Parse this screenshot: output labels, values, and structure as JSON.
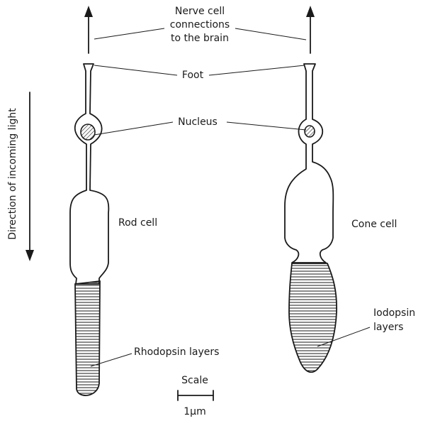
{
  "labels": {
    "nerve_line1": "Nerve cell",
    "nerve_line2": "connections",
    "nerve_line3": "to the brain",
    "foot": "Foot",
    "nucleus": "Nucleus",
    "direction": "Direction of incoming light",
    "rod_cell": "Rod cell",
    "cone_cell": "Cone cell",
    "rhodopsin": "Rhodopsin layers",
    "iodopsin_line1": "Iodopsin",
    "iodopsin_line2": "layers",
    "scale_title": "Scale",
    "scale_value": "1μm"
  },
  "colors": {
    "ink": "#1a1a1a",
    "background": "#ffffff"
  }
}
